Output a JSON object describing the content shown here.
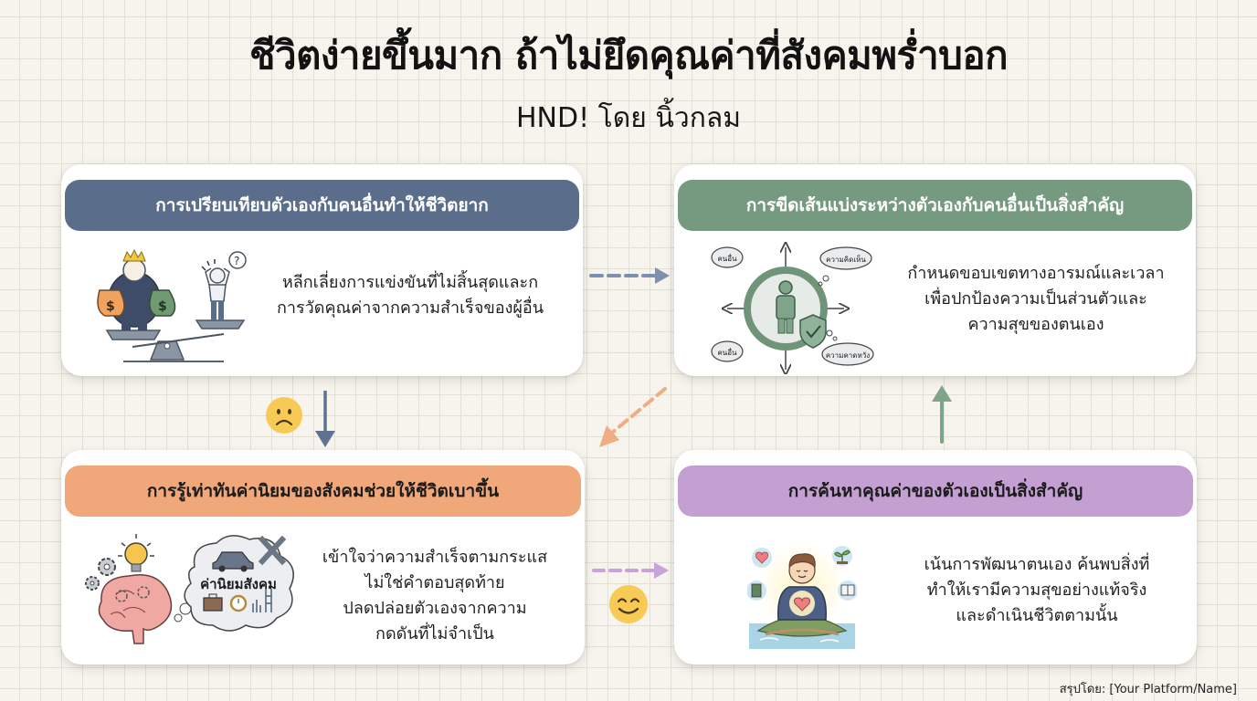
{
  "header": {
    "title": "ชีวิตง่ายขึ้นมาก ถ้าไม่ยึดคุณค่าที่สังคมพร่ำบอก",
    "subtitle": "HND! โดย นิ้วกลม"
  },
  "colors": {
    "background": "#f6f4ec",
    "grid_line": "#e2dfd6",
    "card_blue": "#5a6d8a",
    "card_green": "#759a80",
    "card_orange": "#f0a87a",
    "card_purple": "#c4a0d2",
    "emoji_yellow": "#f7c955"
  },
  "cards": [
    {
      "id": "comparison",
      "heading": "การเปรียบเทียบตัวเองกับคนอื่นทำให้ชีวิตยาก",
      "body_lines": [
        "หลีกเลี่ยงการแข่งขันที่ไม่สิ้นสุดและก",
        "การวัดคุณค่าจากความสำเร็จของผู้อื่น"
      ],
      "illustration": "scale-rich-vs-stressed-icon"
    },
    {
      "id": "boundaries",
      "heading": "การขีดเส้นแบ่งระหว่างตัวเองกับคนอื่นเป็นสิ่งสำคัญ",
      "body_lines": [
        "กำหนดขอบเขตทางอารมณ์และเวลา",
        "เพื่อปกป้องความเป็นส่วนตัวและ",
        "ความสุขของตนเอง"
      ],
      "illustration": "personal-boundary-shield-icon",
      "bubbles": [
        "คนอื่น",
        "ความคิดเห็น",
        "คนอื่น",
        "ความคาดหวัง"
      ]
    },
    {
      "id": "awareness",
      "heading": "การรู้เท่าทันค่านิยมของสังคมช่วยให้ชีวิตเบาขึ้น",
      "body_lines": [
        "เข้าใจว่าความสำเร็จตามกระแส",
        "ไม่ใช่คำตอบสุดท้าย",
        "ปลดปล่อยตัวเองจากความ",
        "กดดันที่ไม่จำเป็น"
      ],
      "illustration": "brain-thinking-social-values-icon",
      "cloud_label": "ค่านิยมสังคม"
    },
    {
      "id": "self-worth",
      "heading": "การค้นหาคุณค่าของตัวเองเป็นสิ่งสำคัญ",
      "body_lines": [
        "เน้นการพัฒนาตนเอง ค้นพบสิ่งที่",
        "ทำให้เรามีความสุขอย่างแท้จริง",
        "และดำเนินชีวิตตามนั้น"
      ],
      "illustration": "person-heart-island-icon"
    }
  ],
  "connectors": [
    {
      "from": "comparison",
      "to": "boundaries",
      "style": "dashed",
      "direction": "right",
      "color": "#7d90ad"
    },
    {
      "from": "comparison",
      "to": "awareness",
      "style": "solid",
      "direction": "down",
      "color": "#5f7391"
    },
    {
      "from": "boundaries",
      "to": "awareness",
      "style": "dashed",
      "direction": "down-left",
      "color": "#f0ad84"
    },
    {
      "from": "awareness",
      "to": "self-worth",
      "style": "dashed",
      "direction": "right",
      "color": "#c6a4d6"
    },
    {
      "from": "self-worth",
      "to": "boundaries",
      "style": "solid",
      "direction": "up",
      "color": "#7fa48a"
    }
  ],
  "emojis": [
    {
      "name": "sad-face",
      "glyph": "☹"
    },
    {
      "name": "smiling-face",
      "glyph": "☺"
    }
  ],
  "footer": {
    "credit": "สรุปโดย: [Your Platform/Name]"
  }
}
